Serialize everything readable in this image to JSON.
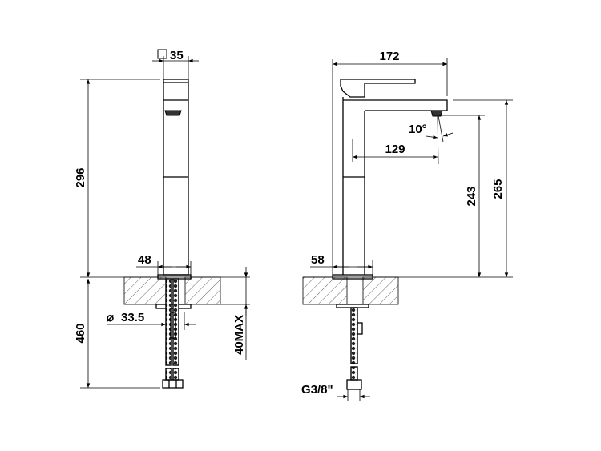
{
  "drawing": {
    "front_view": {
      "top_square": "35",
      "height_above": "296",
      "base_width": "48",
      "hole_diameter_symbol": "⌀",
      "hole_diameter": "33.5",
      "hose_length": "460",
      "max_thickness": "40MAX"
    },
    "side_view": {
      "overall_depth": "172",
      "spout_height": "265",
      "outlet_height": "243",
      "spout_reach": "129",
      "spray_angle": "10°",
      "base_width": "58",
      "connection": "G3/8\""
    }
  }
}
